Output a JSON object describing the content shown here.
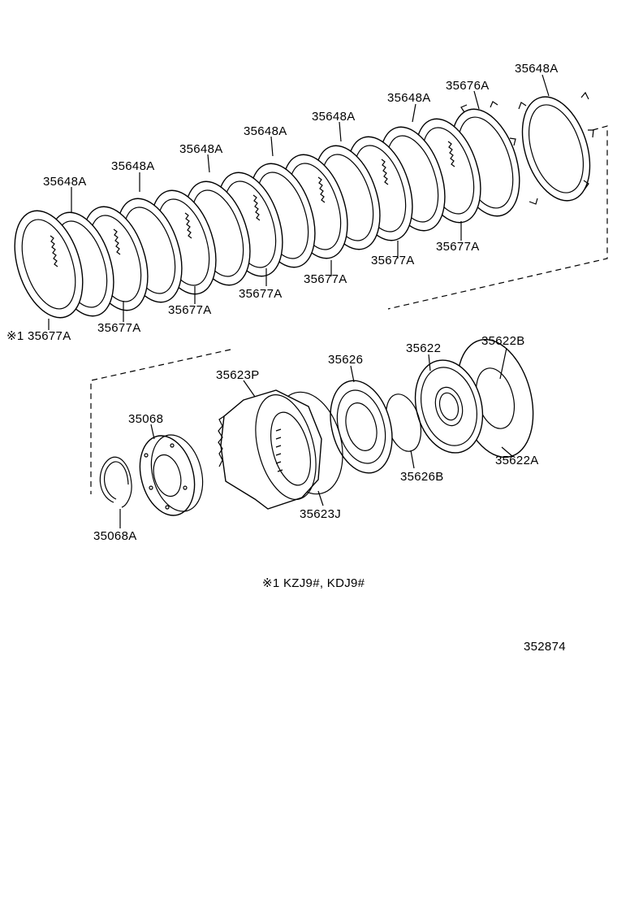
{
  "labels": {
    "upper": [
      "35648A",
      "35676A",
      "35648A",
      "35648A",
      "35648A",
      "35648A",
      "35648A",
      "35648A",
      "35677A",
      "35677A",
      "35677A",
      "35677A",
      "35677A",
      "35677A",
      "※1 35677A"
    ],
    "lower": [
      "35622B",
      "35622",
      "35626",
      "35623P",
      "35068",
      "35622A",
      "35626B",
      "35623J",
      "35068A"
    ]
  },
  "footnote": "※1  KZJ9#, KDJ9#",
  "diagram_code": "352874"
}
